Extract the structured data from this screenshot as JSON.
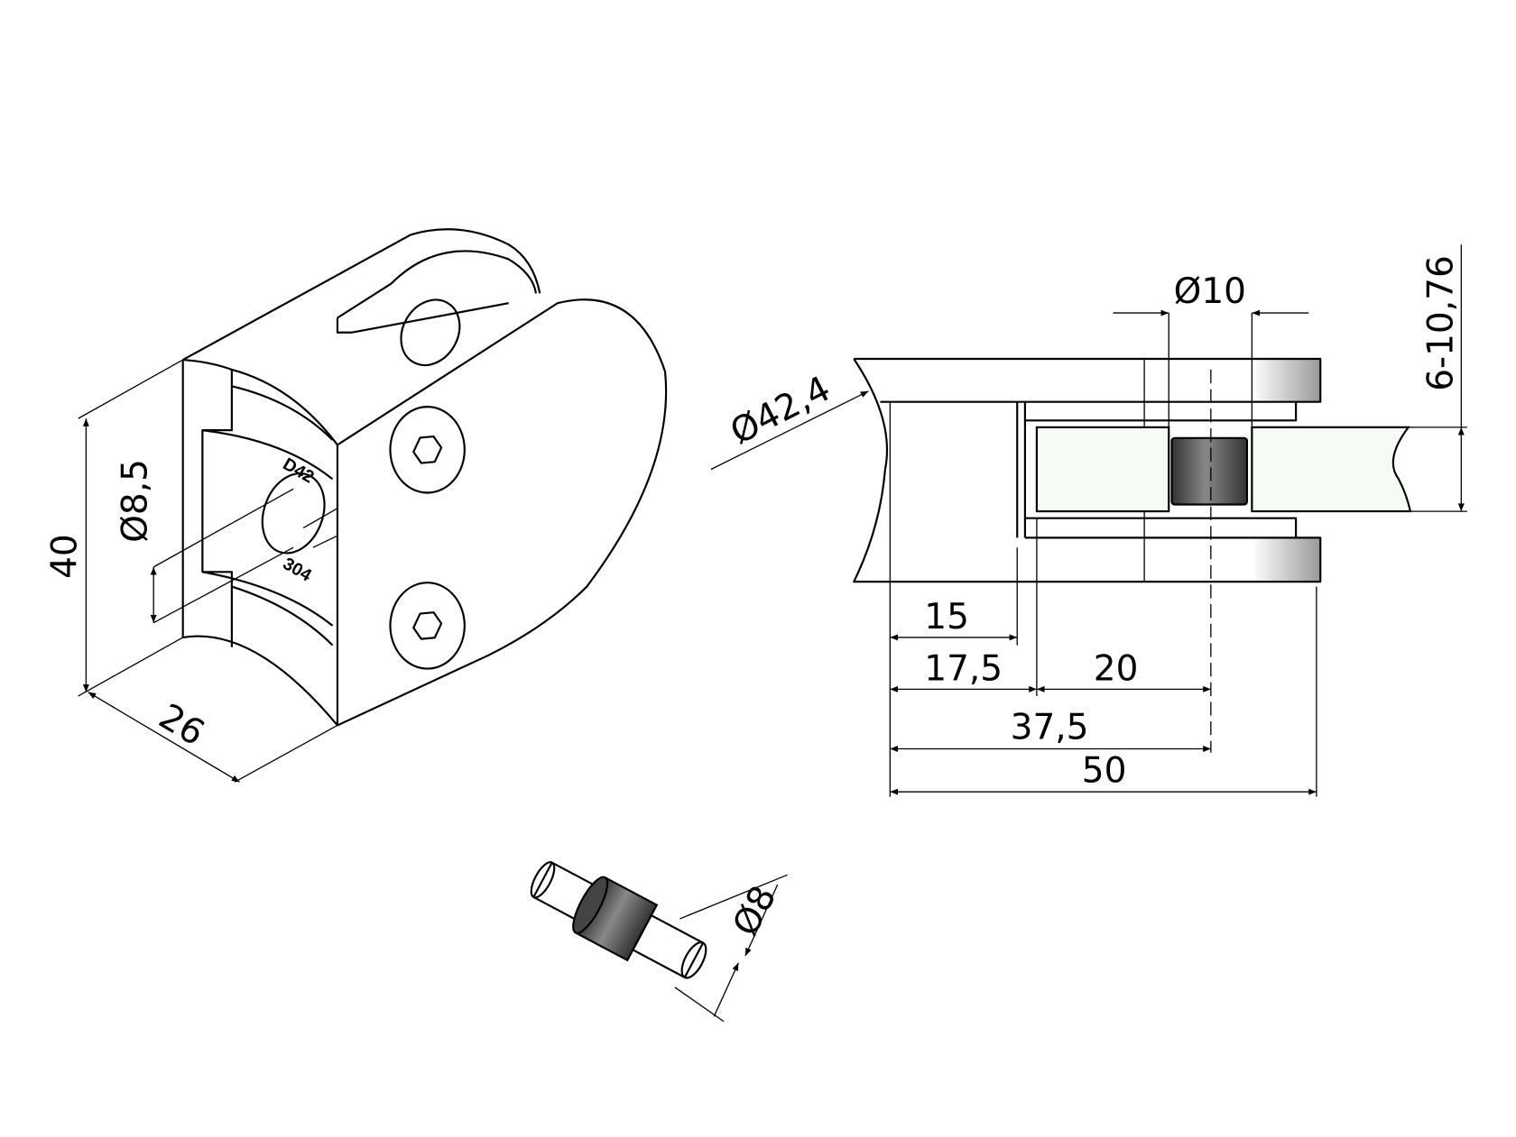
{
  "engravings": {
    "top": "D42",
    "bottom": "304"
  },
  "iso_view": {
    "height_dim": "40",
    "hole_dim": "Ø8,5",
    "depth_dim": "26"
  },
  "side_view": {
    "pipe_dim": "Ø42,4",
    "pin_dim": "Ø10",
    "glass_dim": "6-10,76",
    "dims": [
      "15",
      "17,5",
      "20",
      "37,5",
      "50"
    ]
  },
  "pin_view": {
    "diameter_dim": "Ø8"
  },
  "colors": {
    "line": "#000000",
    "glass": "#f7fbf5",
    "rubber": "#555555"
  }
}
